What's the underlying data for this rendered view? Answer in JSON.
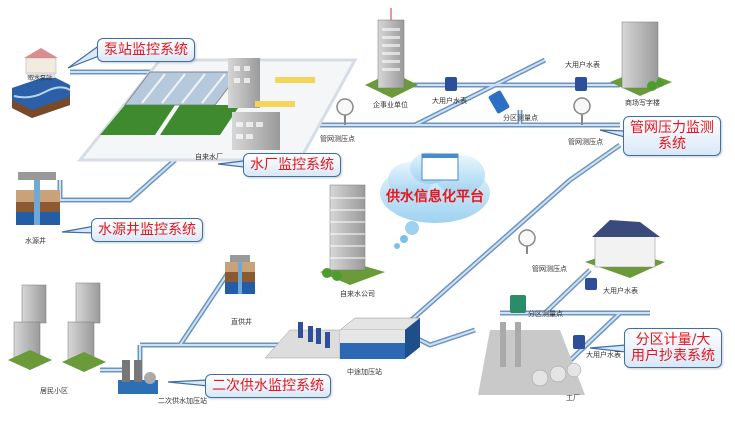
{
  "diagram": {
    "title": "供水信息化平台",
    "colors": {
      "pipe": "#8fb4d8",
      "pipe_dark": "#5b86b3",
      "callout_text": "#e8141e",
      "callout_border": "#3f6fa8",
      "cloud": "#bfe3f7"
    },
    "callouts": [
      {
        "id": "pump",
        "text": "泵站监控系统"
      },
      {
        "id": "plant",
        "text": "水厂监控系统"
      },
      {
        "id": "well",
        "text": "水源井监控系统"
      },
      {
        "id": "pressure",
        "line1": "管网压力监测",
        "line2": "系统"
      },
      {
        "id": "metering",
        "line1": "分区计量/大",
        "line2": "用户抄表系统"
      },
      {
        "id": "secondary",
        "text": "二次供水监控系统"
      }
    ],
    "labels": {
      "intake_pump": "取水泵站",
      "water_plant": "自来水厂",
      "source_well": "水源井",
      "direct_well": "直供井",
      "residential": "居民小区",
      "secondary_station": "二次供水加压站",
      "booster_station": "中途加压站",
      "water_company": "自来水公司",
      "enterprise": "企事业单位",
      "big_meter_1": "大用户水表",
      "big_meter_2": "大用户水表",
      "big_meter_3": "大用户水表",
      "big_meter_4": "大用户水表",
      "zone_meter_1": "分区测量点",
      "zone_meter_2": "分区测量点",
      "pressure_1": "管网测压点",
      "pressure_2": "管网测压点",
      "pressure_3": "管网测压点",
      "office": "商场写字楼",
      "factory": "工厂"
    }
  }
}
